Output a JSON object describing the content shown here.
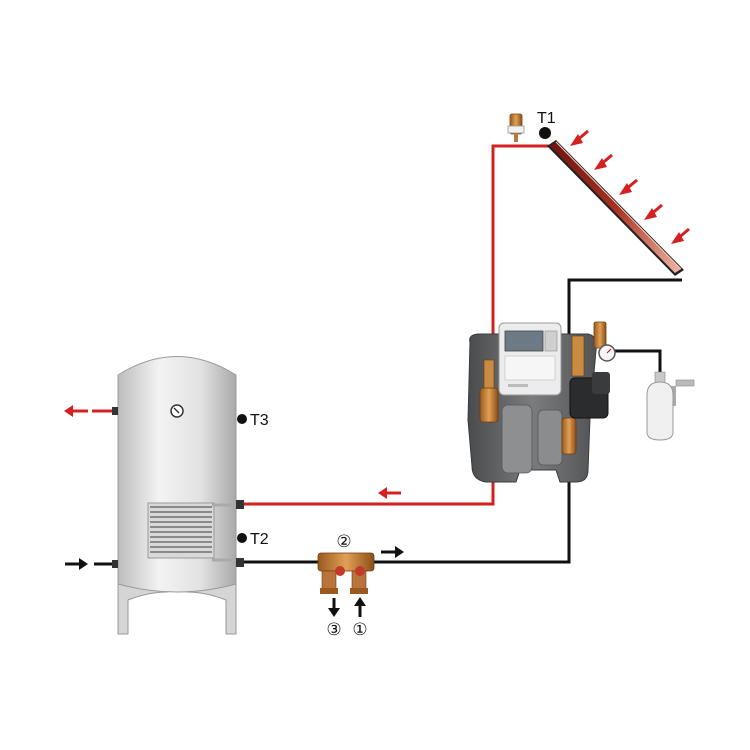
{
  "labels": {
    "t1": "T1",
    "t2": "T2",
    "t3": "T3",
    "c1": "①",
    "c2": "②",
    "c3": "③"
  },
  "icons": {
    "tank_gauge": "gauge-icon",
    "pump_station": "pump-station-icon",
    "expansion_vessel": "expansion-vessel-icon",
    "collector": "solar-collector-icon",
    "mixing_valve": "mixing-valve-icon"
  },
  "colors": {
    "hot_pipe": "#d42020",
    "cold_pipe": "#111111",
    "tank": "#e4e4e4",
    "insulation": "#6d6e70"
  }
}
